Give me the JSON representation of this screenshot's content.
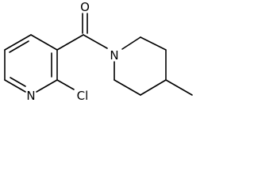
{
  "molecule": {
    "atoms": {
      "carbonyl_oxygen": "O",
      "pyridine_nitrogen": "N",
      "chlorine": "Cl",
      "piperidine_nitrogen": "N"
    }
  }
}
